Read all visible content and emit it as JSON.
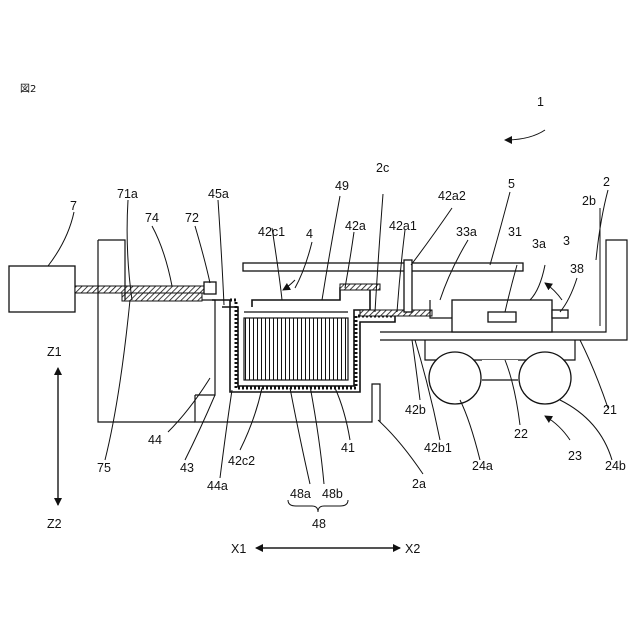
{
  "figure": {
    "title": "図2",
    "labels": {
      "l1": "1",
      "l2": "2",
      "l2a": "2a",
      "l2b": "2b",
      "l2c": "2c",
      "l3": "3",
      "l3a": "3a",
      "l4": "4",
      "l5": "5",
      "l7": "7",
      "l21": "21",
      "l22": "22",
      "l23": "23",
      "l24a": "24a",
      "l24b": "24b",
      "l31": "31",
      "l33a": "33a",
      "l38": "38",
      "l41": "41",
      "l42a": "42a",
      "l42a1": "42a1",
      "l42a2": "42a2",
      "l42b": "42b",
      "l42b1": "42b1",
      "l42c1": "42c1",
      "l42c2": "42c2",
      "l43": "43",
      "l44": "44",
      "l44a": "44a",
      "l45a": "45a",
      "l48": "48",
      "l48a": "48a",
      "l48b": "48b",
      "l49": "49",
      "l71a": "71a",
      "l72": "72",
      "l74": "74",
      "l75": "75"
    },
    "axes": {
      "z1": "Z1",
      "z2": "Z2",
      "x1": "X1",
      "x2": "X2"
    }
  }
}
